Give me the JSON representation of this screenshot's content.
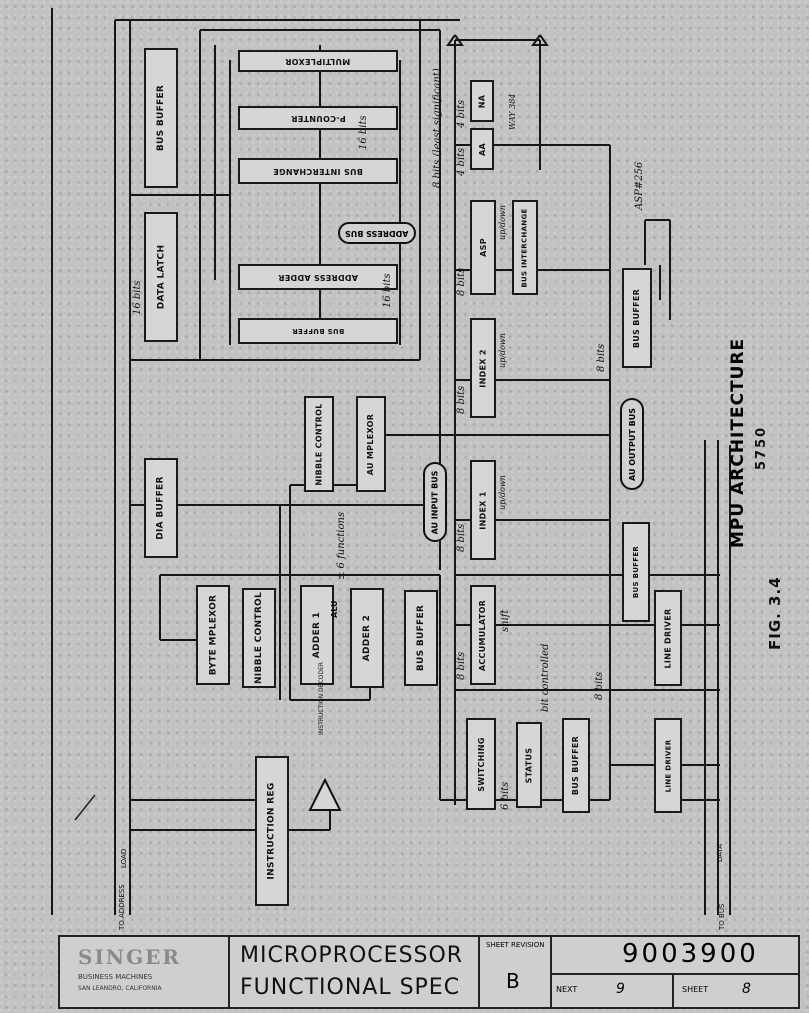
{
  "figure": {
    "title": "MPU ARCHITECTURE",
    "number": "FIG. 3.4",
    "ref": "5750"
  },
  "blocks": {
    "bus_buffer_top": "BUS BUFFER",
    "data_latch": "DATA LATCH",
    "dia_buffer": "DIA BUFFER",
    "byte_multiplexor": "BYTE MPLEXOR",
    "nibble_control_left": "NIBBLE CONTROL",
    "adder_1": "ADDER 1",
    "adder_2": "ADDER 2",
    "bus_buffer_mid": "BUS BUFFER",
    "instruction_reg": "INSTRUCTION REG",
    "instruction_decoder": "INSTRUCTION DECODER",
    "multiplexor": "MULTIPLEXOR",
    "p_counter": "P-COUNTER",
    "bus_interchange_top": "BUS INTERCHANGE",
    "address_adder": "ADDRESS ADDER",
    "bus_buffer_upper": "BUS BUFFER",
    "nibble_control": "NIBBLE CONTROL",
    "au_mplexor": "AU MPLEXOR",
    "na": "NA",
    "aa": "AA",
    "asp": "ASP",
    "bus_interchange": "BUS INTERCHANGE",
    "index_2": "INDEX 2",
    "index_1": "INDEX 1",
    "accumulator": "ACCUMULATOR",
    "switching": "SWITCHING",
    "status": "STATUS",
    "bus_buffer_low": "BUS BUFFER",
    "bus_buffer_right": "BUS BUFFER",
    "bus_buffer_right2": "BUS BUFFER",
    "line_driver": "LINE DRIVER",
    "line_driver_2": "LINE DRIVER"
  },
  "buses": {
    "address_bus": "ADDRESS BUS",
    "au_input_bus": "AU INPUT BUS",
    "au_output_bus": "AU OUTPUT BUS"
  },
  "annotations": {
    "8_bits_a": "8 bits",
    "8_bits_b": "8 bits",
    "8_bits_c": "8 bits",
    "8_bits_d": "8 bits",
    "8_bits_e": "8 bits",
    "8_bits_f": "8 bits",
    "16_bits_a": "16 bits",
    "16_bits_b": "16 bits",
    "16_bits_c": "16 bits",
    "4_bits_a": "4 bits",
    "4_bits_b": "4 bits",
    "6_bits": "6 bits",
    "least_significant": "8 bits (least significant)",
    "up_down_a": "up/down",
    "up_down_b": "up/down",
    "up_down_c": "up/down",
    "shift": "shift",
    "bit_controlled": "bit controlled",
    "six_functions": "± 6 functions",
    "alu": "ALU",
    "asp_256": "ASP#256",
    "way_384": "WAY 384",
    "data_label": "DATA",
    "to_address": "TO ADDRESS",
    "to_bus": "TO BUS",
    "load": "LOAD"
  },
  "title_block": {
    "company_line1": "SINGER",
    "company_line2": "BUSINESS MACHINES",
    "company_line3": "SAN LEANDRO, CALIFORNIA",
    "title_line1": "MICROPROCESSOR",
    "title_line2": "FUNCTIONAL SPEC",
    "revision_label": "SHEET REVISION",
    "revision": "B",
    "doc_number": "9003900",
    "next_label": "NEXT",
    "next_value": "9",
    "sheet_label": "SHEET",
    "sheet_value": "8"
  }
}
